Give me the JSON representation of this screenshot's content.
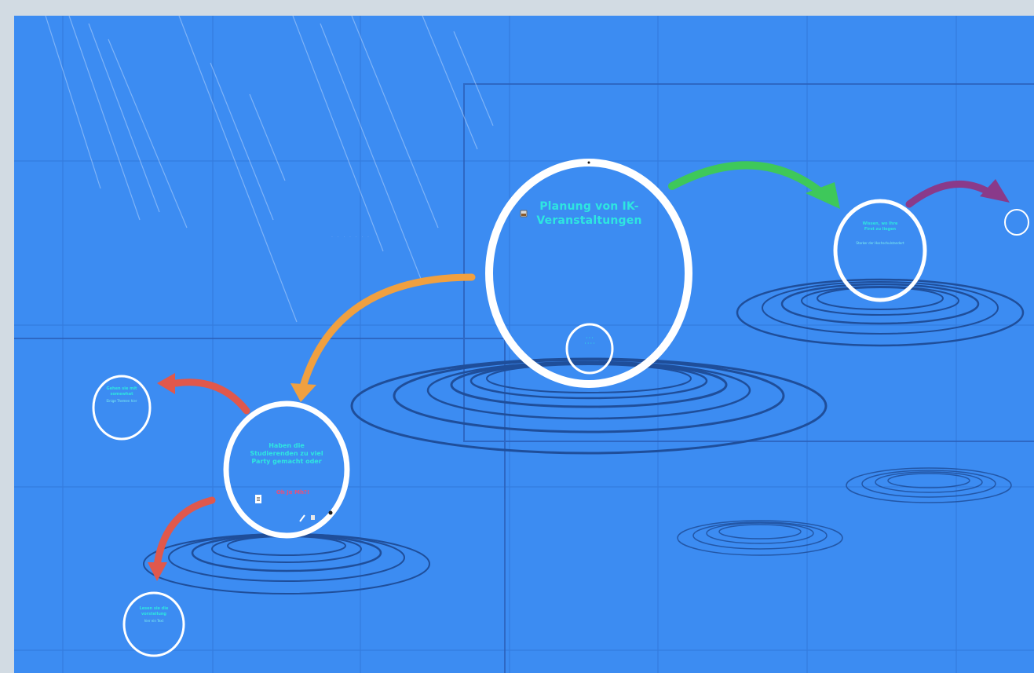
{
  "presentation": {
    "main_title": "Planung von IK-\nVeranstaltungen"
  },
  "bubbles": {
    "main": {
      "subtitle": "· · ·\n· · · ·"
    },
    "right": {
      "title": "Wissen, wo Ihre\nFirst zu liegen",
      "body": "Starker der Hochschulstandort"
    },
    "left_main": {
      "title": "Haben die\nStudierenden zu viel\nParty gemacht oder",
      "highlight": "Oh Je Mh?!"
    },
    "left_top": {
      "title": "Gehen sie mit\nsomewhat",
      "body": "Einige Themen hier"
    },
    "left_bottom": {
      "title": "Lesen sie die\nvorstellung",
      "body": "hier ein Text"
    },
    "far_right": {
      "title": ""
    }
  },
  "background": {
    "faint_text": "· · · · · · ·"
  },
  "colors": {
    "canvas_bg": "#3c8cf2",
    "frame_bg": "#d2dbe3",
    "arrow_green": "#3ec85a",
    "arrow_purple": "#8a3a8a",
    "arrow_orange": "#f0a040",
    "arrow_red": "#e0584c",
    "ripple": "#1f4e9a",
    "text_cyan": "#2ee6e0"
  }
}
